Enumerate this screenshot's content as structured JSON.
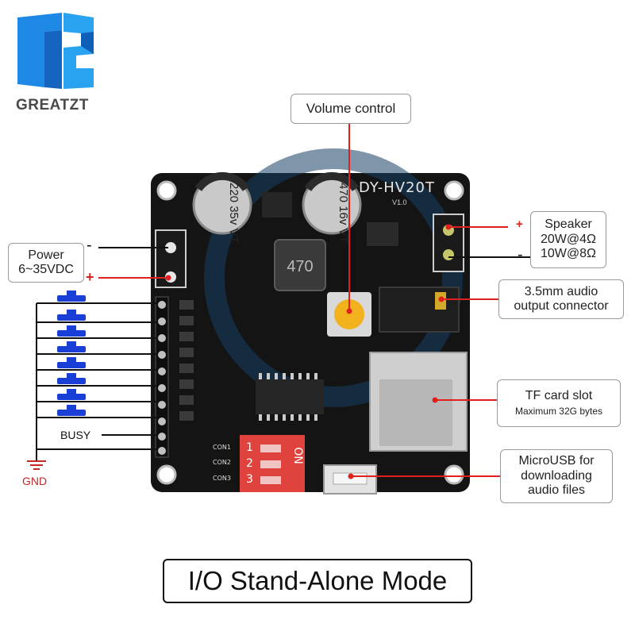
{
  "brand": {
    "name": "GREATZT"
  },
  "board": {
    "model": "DY-HV20T",
    "version": "V1.0",
    "cap_left": [
      "220",
      "35v",
      "VT"
    ],
    "cap_right": [
      "470",
      "16v",
      "VT"
    ],
    "inductor": "470",
    "con_labels": [
      "CON1",
      "CON2",
      "CON3"
    ],
    "dip_on": "ON",
    "dip_numbers": [
      "1",
      "2",
      "3"
    ]
  },
  "callouts": {
    "volume": "Volume control",
    "power_line1": "Power",
    "power_line2": "6~35VDC",
    "speaker_line1": "Speaker",
    "speaker_line2": "20W@4Ω",
    "speaker_line3": "10W@8Ω",
    "audio_line1": "3.5mm audio",
    "audio_line2": "output connector",
    "tf_line1": "TF card slot",
    "tf_line2": "Maximum 32G bytes",
    "usb_line1": "MicroUSB for",
    "usb_line2": "downloading",
    "usb_line3": "audio files"
  },
  "signs": {
    "minus": "-",
    "plus": "+"
  },
  "io": {
    "busy": "BUSY",
    "gnd": "GND"
  },
  "footer": {
    "mode": "I/O Stand-Alone Mode"
  },
  "colors": {
    "board": "#141414",
    "red_line": "#e0201e",
    "blue_button": "#1a3fd6",
    "dip_red": "#e0433e",
    "logo_blue": "#1a7fd4"
  }
}
